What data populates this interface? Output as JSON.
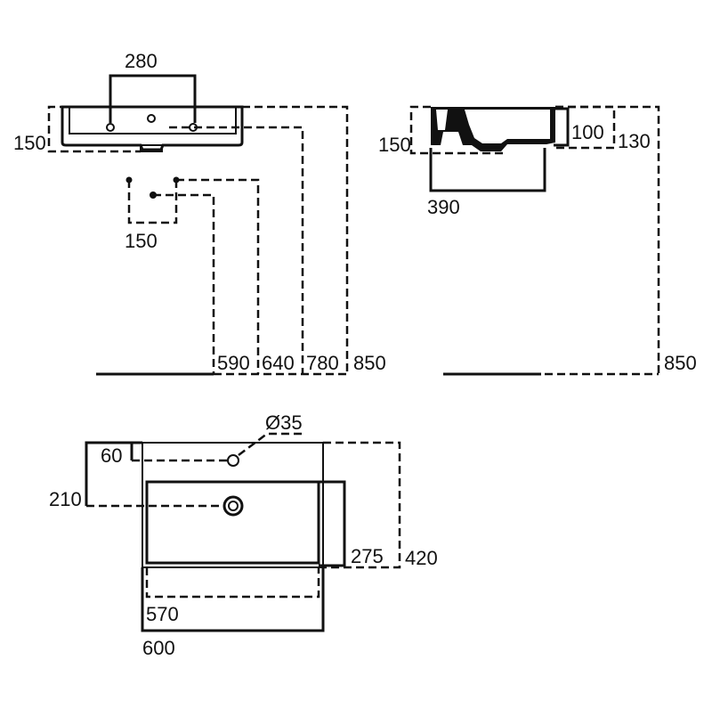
{
  "front_view": {
    "tap_hole_spacing": "280",
    "basin_height": "150",
    "waste_spacing": "150",
    "height_590": "590",
    "height_640": "640",
    "height_780": "780",
    "height_850": "850"
  },
  "side_view": {
    "depth_150": "150",
    "bowl_depth_100": "100",
    "rim_130": "130",
    "projection_390": "390",
    "height_850": "850"
  },
  "plan_view": {
    "tap_hole_diameter": "Ø35",
    "tap_offset_60": "60",
    "waste_offset_210": "210",
    "bowl_depth_275": "275",
    "overall_depth_420": "420",
    "bowl_width_570": "570",
    "overall_width_600": "600"
  },
  "colors": {
    "line": "#111111",
    "background": "#ffffff"
  }
}
